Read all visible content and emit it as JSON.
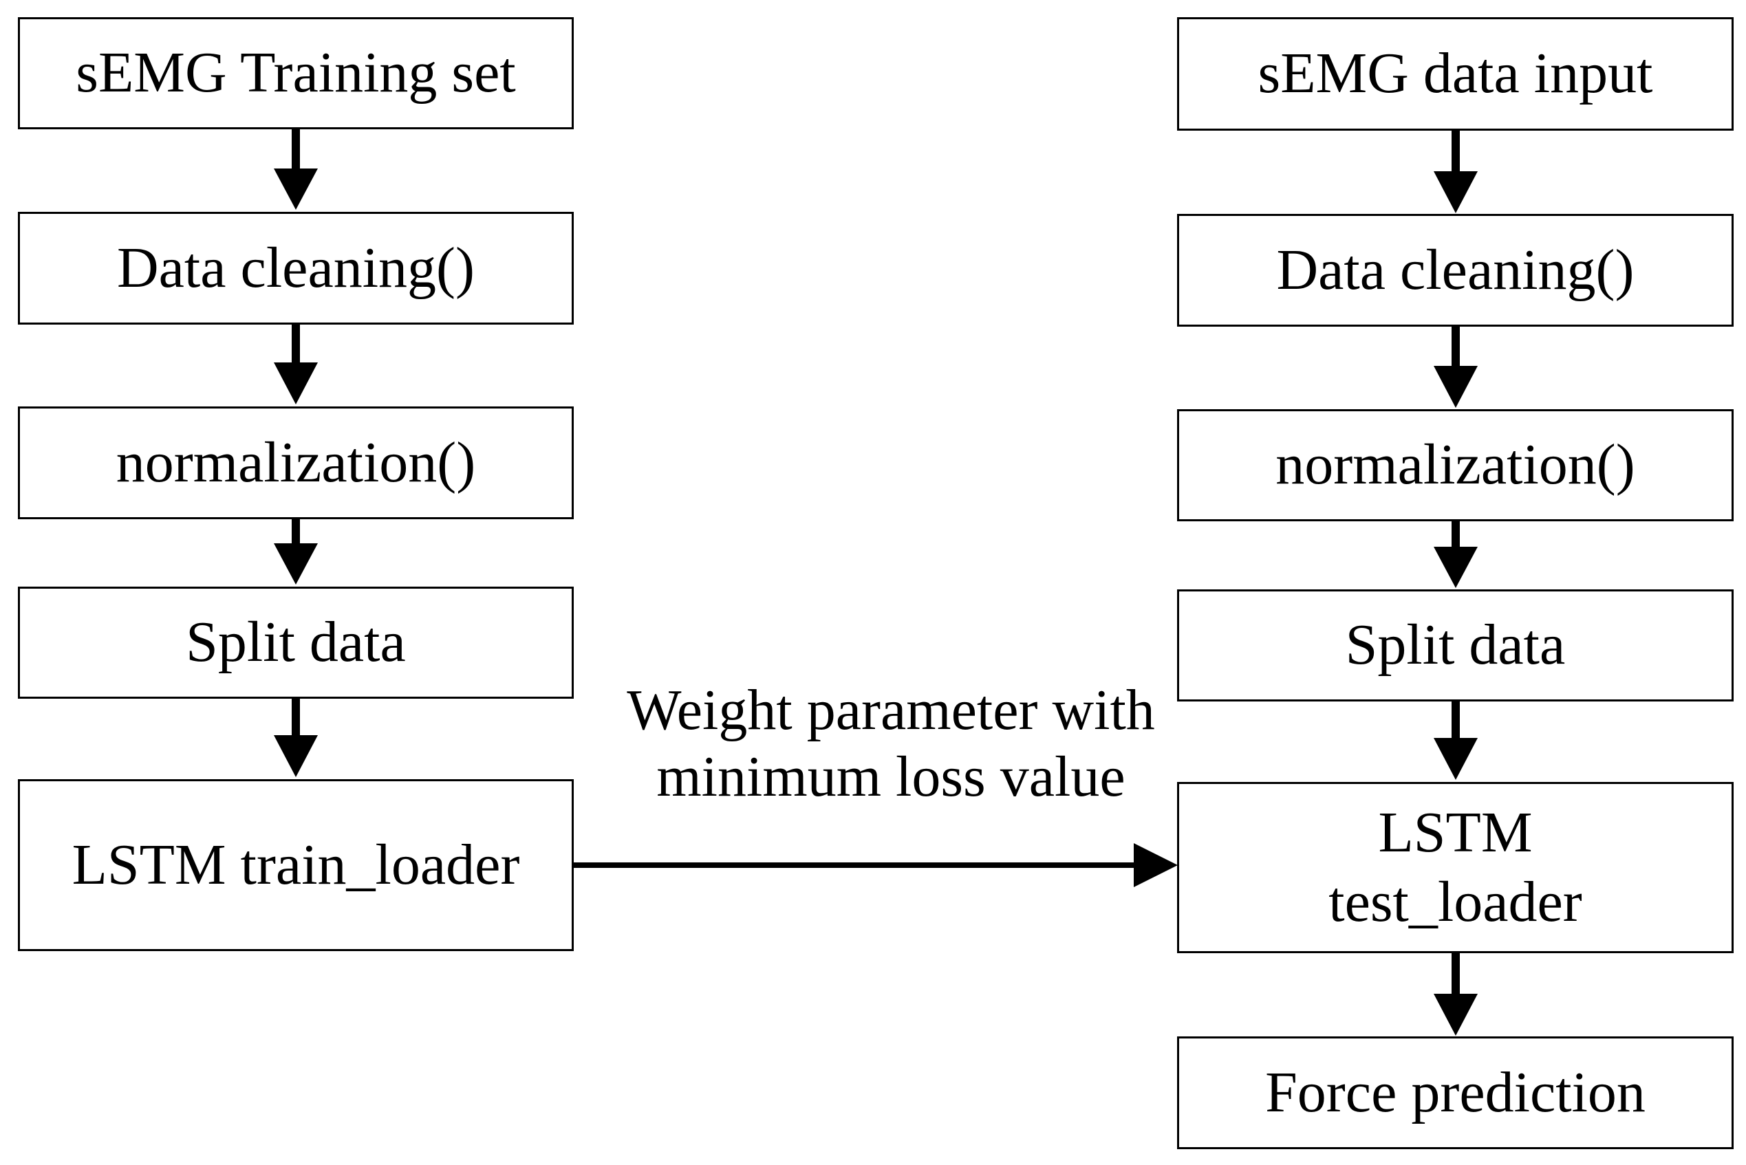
{
  "left_column": {
    "boxes": [
      {
        "label": "sEMG Training set"
      },
      {
        "label": "Data cleaning()"
      },
      {
        "label": "normalization()"
      },
      {
        "label": "Split data"
      },
      {
        "label": "LSTM train_loader"
      }
    ]
  },
  "right_column": {
    "boxes": [
      {
        "label": "sEMG data input"
      },
      {
        "label": "Data cleaning()"
      },
      {
        "label": "normalization()"
      },
      {
        "label": "Split data"
      },
      {
        "label_line1": "LSTM",
        "label_line2": "test_loader"
      },
      {
        "label": "Force prediction"
      }
    ]
  },
  "connector": {
    "line1": "Weight parameter with",
    "line2": "minimum loss value"
  }
}
